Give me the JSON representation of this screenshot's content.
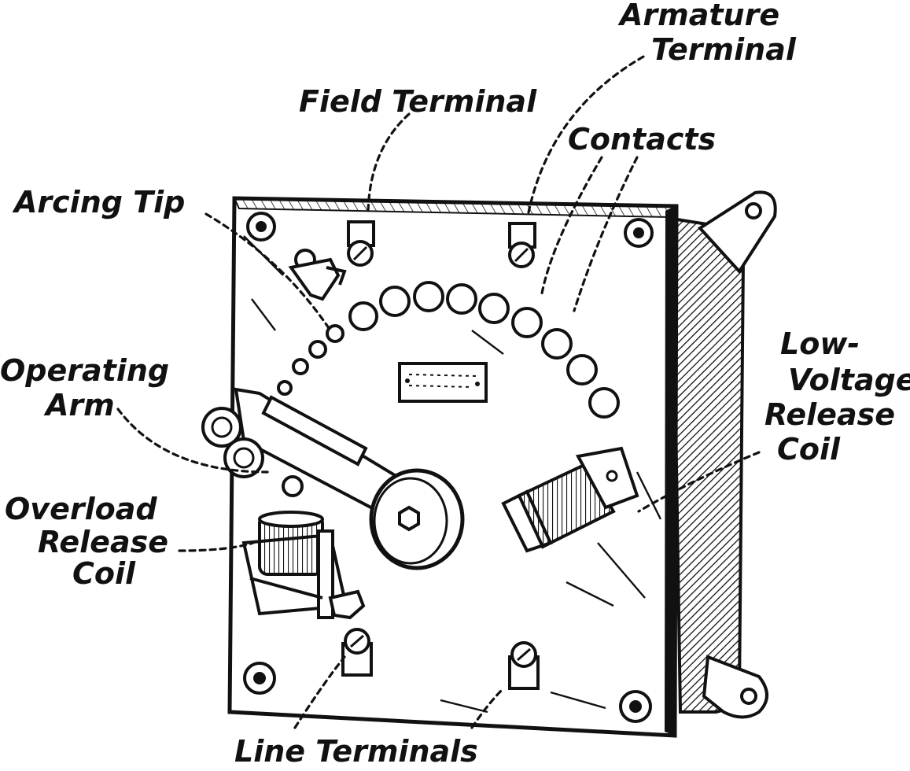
{
  "labels": {
    "armature_terminal_line1": "Armature",
    "armature_terminal_line2": "Terminal",
    "field_terminal": "Field Terminal",
    "contacts": "Contacts",
    "arcing_tip": "Arcing Tip",
    "operating_arm_line1": "Operating",
    "operating_arm_line2": "Arm",
    "overload_release_coil_line1": "Overload",
    "overload_release_coil_line2": "Release",
    "overload_release_coil_line3": "Coil",
    "low_voltage_release_coil_line1": "Low-",
    "low_voltage_release_coil_line2": "Voltage",
    "low_voltage_release_coil_line3": "Release",
    "low_voltage_release_coil_line4": "Coil",
    "line_terminals": "Line Terminals"
  },
  "colors": {
    "ink": "#111111",
    "paper": "#ffffff"
  }
}
